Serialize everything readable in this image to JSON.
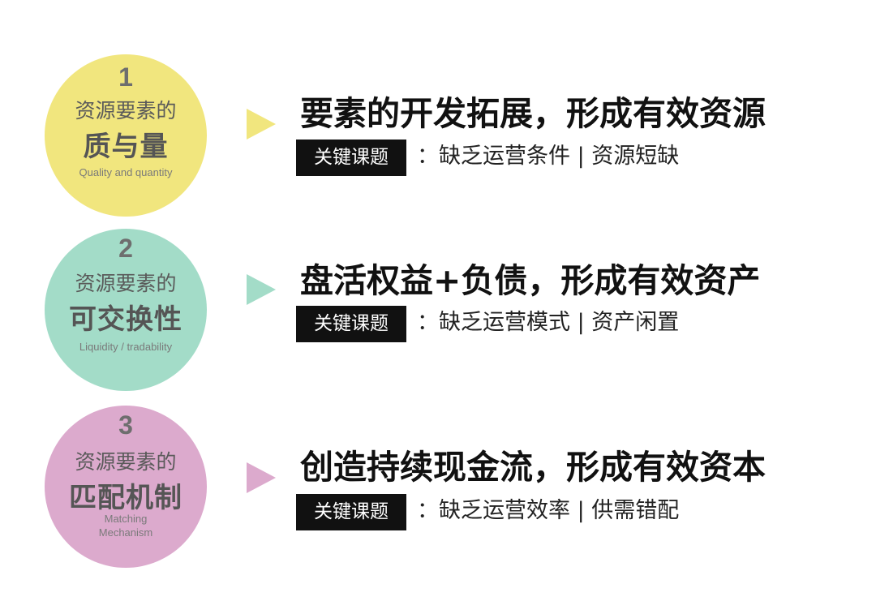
{
  "colors": {
    "yellow": "#f1e67e",
    "teal": "#a3dcc8",
    "pink": "#dcaacd"
  },
  "items": [
    {
      "number": "1",
      "line1": "资源要素的",
      "line2": "质与量",
      "english": "Quality and quantity",
      "arrow_icon": "triangle-right",
      "title": "要素的开发拓展，形成有效资源",
      "badge": "关键课题",
      "subtitle": "：缺乏运营条件 | 资源短缺"
    },
    {
      "number": "2",
      "line1": "资源要素的",
      "line2": "可交换性",
      "english": "Liquidity / tradability",
      "arrow_icon": "triangle-right",
      "title": "盘活权益+负债，形成有效资产",
      "badge": "关键课题",
      "subtitle": "：缺乏运营模式 | 资产闲置"
    },
    {
      "number": "3",
      "line1": "资源要素的",
      "line2": "匹配机制",
      "english": "Matching Mechanism",
      "arrow_icon": "triangle-right",
      "title": "创造持续现金流，形成有效资本",
      "badge": "关键课题",
      "subtitle": "：缺乏运营效率 | 供需错配"
    }
  ]
}
